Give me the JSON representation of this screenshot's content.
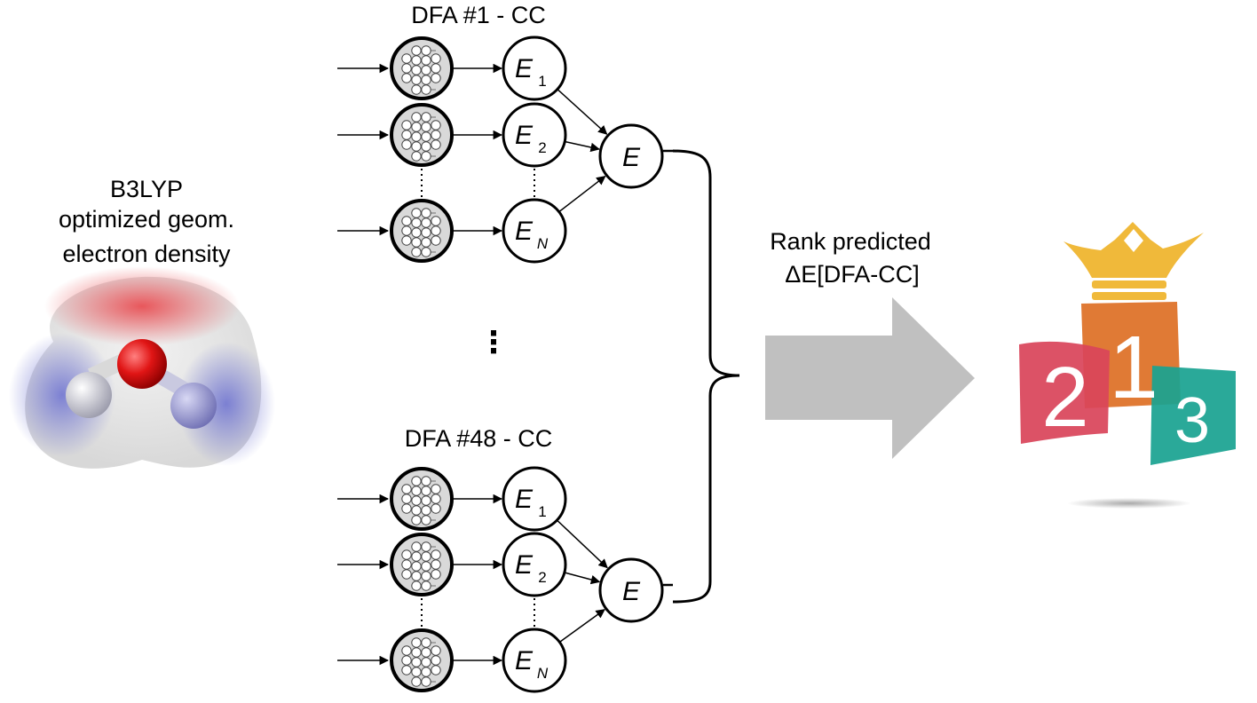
{
  "left_panel": {
    "lines": [
      "B3LYP",
      "optimized geom.",
      "electron density"
    ],
    "molecule_icon": "water-molecule-electrostatic-surface"
  },
  "top_group": {
    "title": "DFA #1 - CC",
    "nodes": [
      {
        "base": "E",
        "sub": "1"
      },
      {
        "base": "E",
        "sub": "2"
      },
      {
        "base": "E",
        "sub": "N"
      }
    ],
    "output": "E"
  },
  "middle_ellipsis": "⋮",
  "bottom_group": {
    "title": "DFA #48 - CC",
    "nodes": [
      {
        "base": "E",
        "sub": "1"
      },
      {
        "base": "E",
        "sub": "2"
      },
      {
        "base": "E",
        "sub": "N"
      }
    ],
    "output": "E"
  },
  "arrow_label": {
    "line1": "Rank predicted",
    "line2": "ΔE[DFA-CC]"
  },
  "podium": {
    "first": "1",
    "second": "2",
    "third": "3",
    "icon": "crown-icon"
  },
  "colors": {
    "nn_fill": "#d9d9d9",
    "big_arrow": "#c0c0c0",
    "podium_first": "#e07a35",
    "podium_second": "#d9455a",
    "podium_third": "#1aa391",
    "crown": "#f0b93a"
  }
}
